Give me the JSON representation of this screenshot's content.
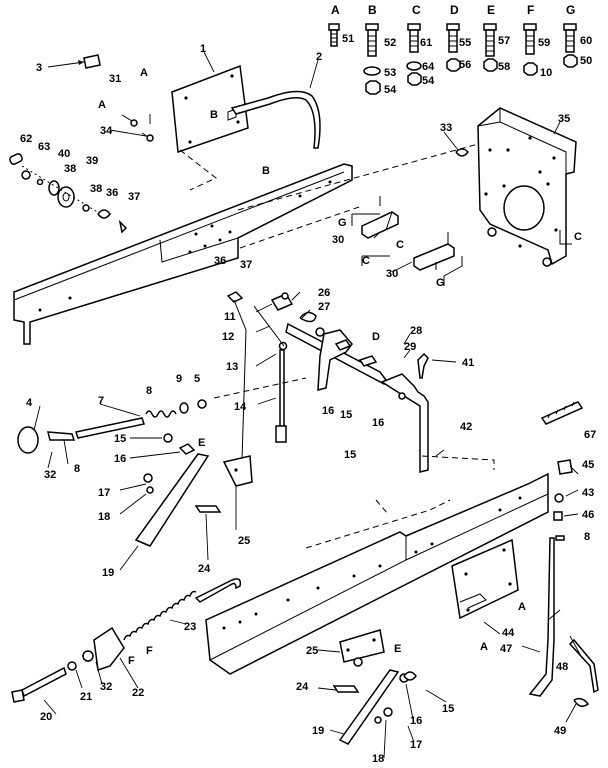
{
  "hardware_header": {
    "columns": [
      {
        "letter": "A",
        "parts": [
          "51"
        ]
      },
      {
        "letter": "B",
        "parts": [
          "52",
          "53",
          "54"
        ]
      },
      {
        "letter": "C",
        "parts": [
          "61",
          "64",
          "54"
        ]
      },
      {
        "letter": "D",
        "parts": [
          "55",
          "56"
        ]
      },
      {
        "letter": "E",
        "parts": [
          "57",
          "58"
        ]
      },
      {
        "letter": "F",
        "parts": [
          "59",
          "10"
        ]
      },
      {
        "letter": "G",
        "parts": [
          "60",
          "50"
        ]
      }
    ]
  },
  "callouts": {
    "c1": "1",
    "c2": "2",
    "c3": "3",
    "c4": "4",
    "c5": "5",
    "c7": "7",
    "c8a": "8",
    "c8b": "8",
    "c8c": "8",
    "c9": "9",
    "c11": "11",
    "c12": "12",
    "c13": "13",
    "c14": "14",
    "c15a": "15",
    "c15b": "15",
    "c15c": "15",
    "c15d": "15",
    "c16a": "16",
    "c16b": "16",
    "c16c": "16",
    "c16d": "16",
    "c17a": "17",
    "c17b": "17",
    "c18a": "18",
    "c18b": "18",
    "c19a": "19",
    "c19b": "19",
    "c20": "20",
    "c21": "21",
    "c22": "22",
    "c23": "23",
    "c24a": "24",
    "c24b": "24",
    "c25a": "25",
    "c25b": "25",
    "c26": "26",
    "c27": "27",
    "c28": "28",
    "c29": "29",
    "c30a": "30",
    "c30b": "30",
    "c31": "31",
    "c32a": "32",
    "c32b": "32",
    "c33": "33",
    "c34": "34",
    "c35": "35",
    "c36a": "36",
    "c36b": "36",
    "c37a": "37",
    "c37b": "37",
    "c38a": "38",
    "c38b": "38",
    "c39": "39",
    "c40": "40",
    "c41": "41",
    "c42": "42",
    "c43": "43",
    "c44": "44",
    "c45": "45",
    "c46": "46",
    "c47": "47",
    "c48": "48",
    "c49": "49",
    "c62": "62",
    "c63": "63",
    "c67": "67"
  },
  "letter_refs": {
    "A1": "A",
    "A2": "A",
    "A3": "A",
    "A4": "A",
    "B1": "B",
    "B2": "B",
    "C1": "C",
    "C2": "C",
    "C3": "C",
    "D1": "D",
    "E1": "E",
    "E2": "E",
    "F1": "F",
    "F2": "F",
    "G1": "G",
    "G2": "G"
  }
}
